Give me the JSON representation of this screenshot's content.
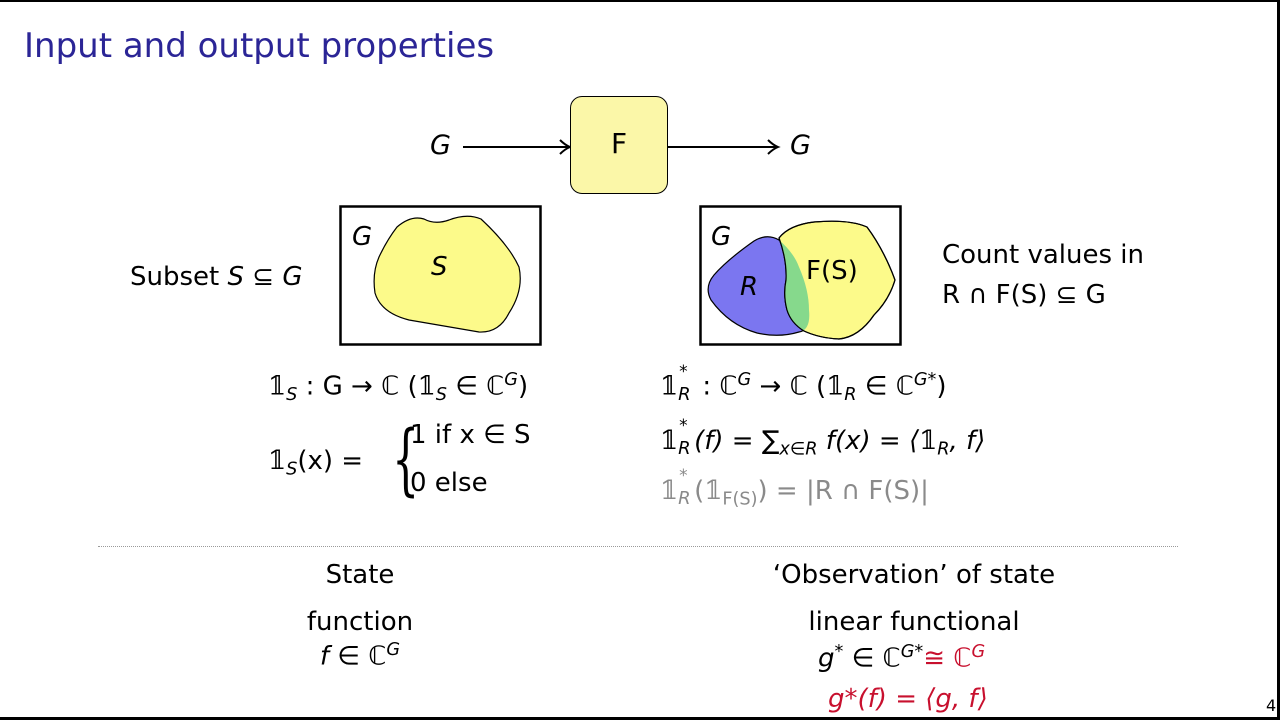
{
  "slide": {
    "title": "Input and output properties",
    "page_number": "4",
    "title_color": "#2b2596"
  },
  "flow": {
    "input_label": "G",
    "box_label": "F",
    "output_label": "G",
    "box_fill": "#fbf7a8"
  },
  "left_panel": {
    "caption_text": "Subset",
    "caption_var": "S",
    "caption_rel": "⊆",
    "caption_set": "G",
    "diagram_set_label": "G",
    "diagram_region_label": "S",
    "region_fill": "#fcfa8a"
  },
  "right_panel": {
    "diagram_set_label": "G",
    "region_r_label": "R",
    "region_fs_label": "F(S)",
    "r_fill": "#7b76f0",
    "fs_fill": "#fcfa8a",
    "overlap_fill": "#86d98c",
    "caption_line1": "Count values in",
    "caption_line2": "R ∩ F(S) ⊆ G"
  },
  "left_formulas": {
    "line1": {
      "indicator": "𝟙",
      "sub": "S",
      "rest": " : G → ℂ (",
      "indicator2": "𝟙",
      "sub2": "S",
      "in": " ∈ ℂ",
      "sup": "G",
      "close": ")"
    },
    "line2": {
      "lhs_indicator": "𝟙",
      "lhs_sub": "S",
      "lhs_arg": "(x) =",
      "brace": "{",
      "case1": "1 if x ∈ S",
      "case2": "0 else"
    }
  },
  "right_formulas": {
    "line1": {
      "indicator": "𝟙",
      "sup": "*",
      "sub": "R",
      "rest1": " : ℂ",
      "sup_g": "G",
      "rest2": " → ℂ (",
      "indicator2": "𝟙",
      "sub2": "R",
      "in": " ∈ ℂ",
      "sup2": "G*",
      "close": ")"
    },
    "line2": {
      "indicator": "𝟙",
      "sup": "*",
      "sub": "R",
      "arg": "(f) = ",
      "sum": "∑",
      "sum_sub": "x∈R",
      "rest": " f(x) = ⟨",
      "indicator2": "𝟙",
      "sub2": "R",
      "close": ", f⟩"
    },
    "line3": {
      "indicator": "𝟙",
      "sup": "*",
      "sub": "R",
      "open": "(",
      "indicator2": "𝟙",
      "sub2": "F(S)",
      "rest": ") = |R ∩ F(S)|",
      "color": "#8a8a8a"
    }
  },
  "bottom": {
    "left_heading": "State",
    "left_term": "function",
    "left_formula_var": "f",
    "left_formula_rel": " ∈ ℂ",
    "left_formula_sup": "G",
    "right_heading": "‘Observation’ of state",
    "right_term": "linear functional",
    "right_formula1_var": "g",
    "right_formula1_sup": "*",
    "right_formula1_rel": " ∈ ℂ",
    "right_formula1_sup2": "G*",
    "right_formula1_red": "≅ ℂ",
    "right_formula1_red_sup": "G",
    "right_formula2": "g*(f) = ⟨g, f⟩",
    "highlight_color": "#c8102e"
  }
}
